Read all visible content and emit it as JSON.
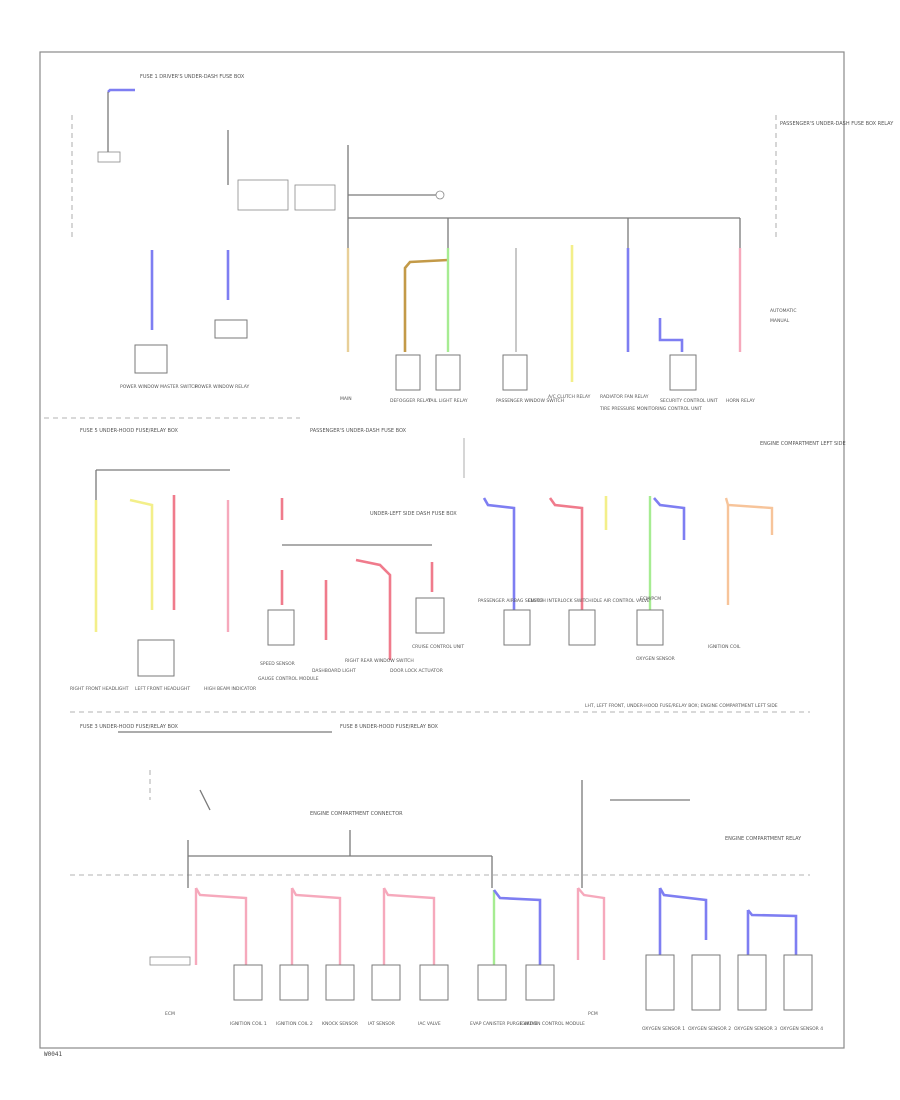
{
  "footer": {
    "code": "W0041"
  },
  "colors": {
    "yellow": "#f3ef8a",
    "red": "#f07b8c",
    "pink": "#f6a9bc",
    "blue": "#7e7ef2",
    "green": "#a6ec92",
    "orange": "#f7c49a",
    "tan": "#e8cf98",
    "brown": "#c39a48",
    "frame": "#8a8a8a"
  },
  "section1": {
    "top_note": "FUSE 1 DRIVER'S UNDER-DASH FUSE BOX",
    "right_note": "PASSENGER'S UNDER-DASH FUSE BOX RELAY",
    "components": [
      "POWER WINDOW MASTER SWITCH",
      "POWER WINDOW RELAY",
      "MAIN",
      "DEFOGGER RELAY",
      "TAIL LIGHT RELAY",
      "PASSENGER WINDOW SWITCH",
      "A/C CLUTCH RELAY",
      "RADIATOR FAN RELAY",
      "TIRE PRESSURE MONITORING CONTROL UNIT",
      "SECURITY CONTROL UNIT",
      "HORN RELAY"
    ],
    "legend": [
      "AUTOMATIC",
      "MANUAL"
    ]
  },
  "section2": {
    "left_note": "FUSE 5 UNDER-HOOD FUSE/RELAY BOX",
    "mid_note": "PASSENGER'S UNDER-DASH FUSE BOX",
    "center_note": "UNDER-LEFT SIDE DASH FUSE BOX",
    "right_note": "ENGINE COMPARTMENT LEFT SIDE",
    "components": [
      "RIGHT FRONT HEADLIGHT",
      "LEFT FRONT HEADLIGHT",
      "HIGH BEAM INDICATOR",
      "SPEED SENSOR",
      "DASHBOARD LIGHT",
      "GAUGE CONTROL MODULE",
      "RIGHT REAR WINDOW SWITCH",
      "DOOR LOCK ACTUATOR",
      "CRUISE CONTROL UNIT",
      "PASSENGER AIRBAG SENSOR",
      "CLUTCH INTERLOCK SWITCH",
      "IDLE AIR CONTROL VALVE",
      "ECM/PCM",
      "OXYGEN SENSOR",
      "IGNITION COIL"
    ],
    "caption": "LHT, LEFT FRONT, UNDER-HOOD FUSE/RELAY BOX; ENGINE COMPARTMENT LEFT SIDE"
  },
  "section3": {
    "left_note": "FUSE 3 UNDER-HOOD FUSE/RELAY BOX",
    "mid_note": "FUSE 8 UNDER-HOOD FUSE/RELAY BOX",
    "center_note": "ENGINE COMPARTMENT CONNECTOR",
    "right_note": "ENGINE COMPARTMENT RELAY",
    "components": [
      "ECM",
      "IGNITION COIL 1",
      "IGNITION COIL 2",
      "KNOCK SENSOR",
      "IAT SENSOR",
      "IAC VALVE",
      "EVAP CANISTER PURGE VALVE",
      "IGNITION CONTROL MODULE",
      "PCM",
      "OXYGEN SENSOR 1",
      "OXYGEN SENSOR 2",
      "OXYGEN SENSOR 3",
      "OXYGEN SENSOR 4"
    ]
  }
}
